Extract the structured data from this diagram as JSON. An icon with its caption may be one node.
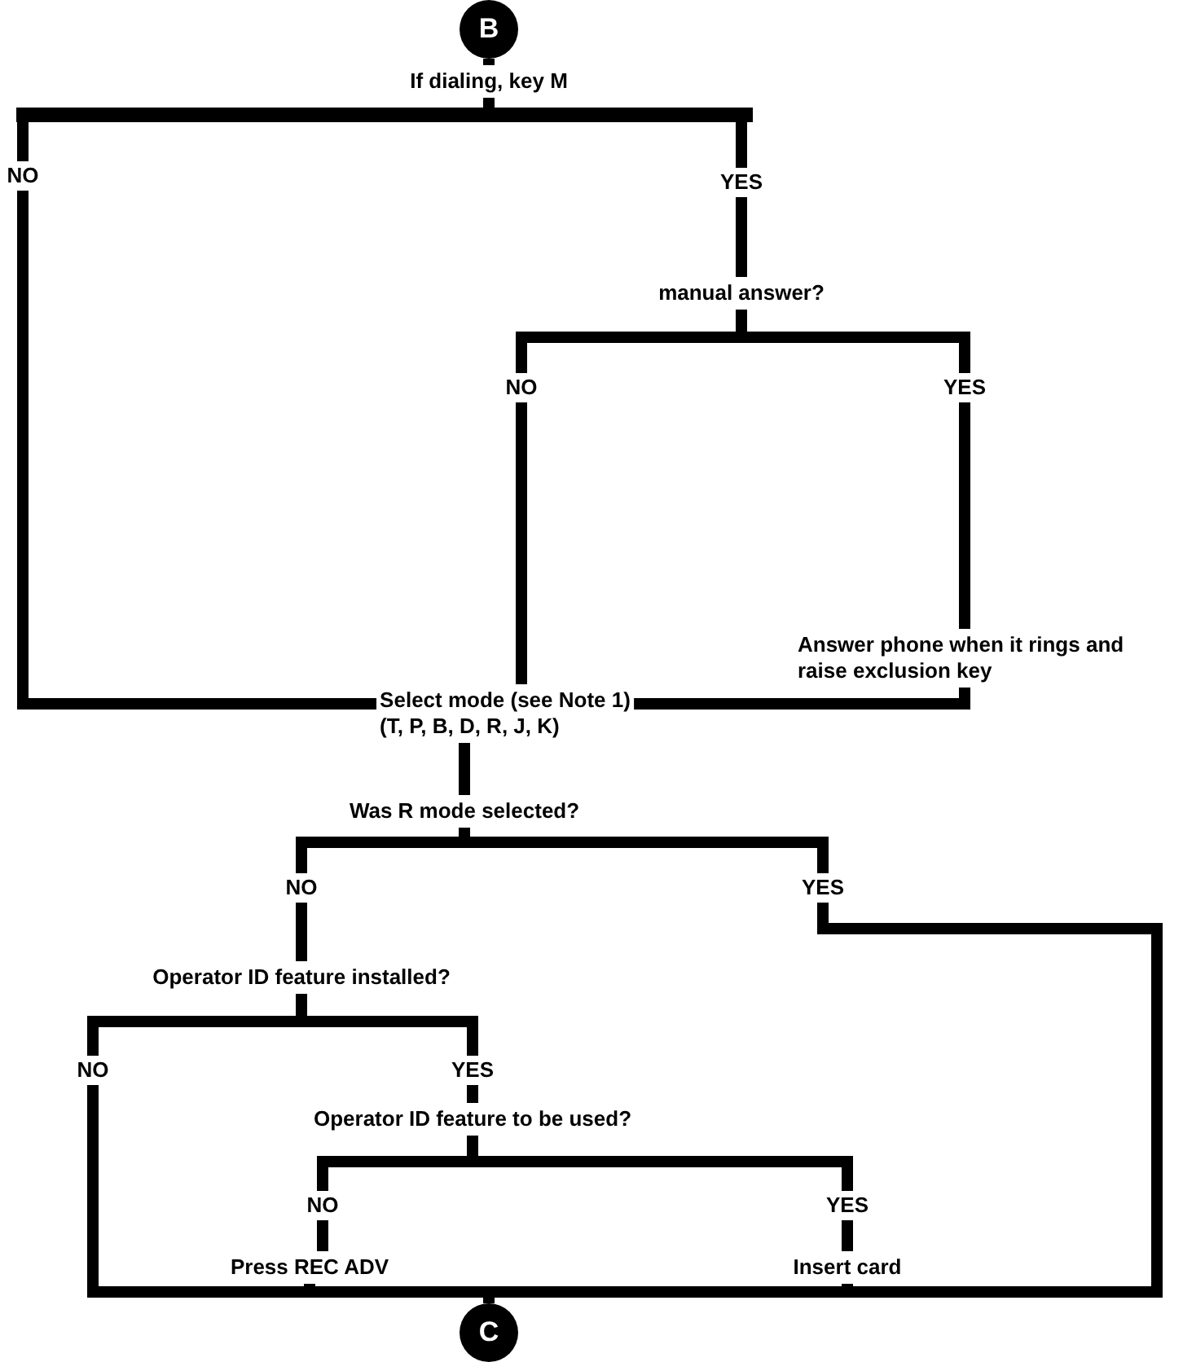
{
  "diagram": {
    "nodes": [
      {
        "text": [
          "B"
        ]
      },
      {
        "text": [
          "If dialing, key M"
        ]
      },
      {
        "text": [],
        "shape": "bar"
      },
      {
        "text": [
          "manual answer?"
        ]
      },
      {
        "text": [
          "Answer phone when it rings and raise exclusion key"
        ]
      },
      {
        "text": [
          "Select mode (see Note 1)",
          "(T, P, B, D, R, J, K)"
        ]
      },
      {
        "text": [
          "Was R mode selected?"
        ]
      },
      {
        "text": [
          "Operator ID feature installed?"
        ]
      },
      {
        "text": [
          "Operator ID feature to be used?"
        ]
      },
      {
        "text": [
          "Press REC ADV"
        ]
      },
      {
        "text": [
          "Insert card"
        ]
      },
      {
        "text": [
          "C"
        ]
      }
    ],
    "edges": [
      {
        "from": 0,
        "to": 1,
        "arrow": "none"
      },
      {
        "from": 1,
        "to": 2,
        "arrow": "none"
      },
      {
        "from": 2,
        "to": 5,
        "label": "NO",
        "arrow": "none"
      },
      {
        "from": 2,
        "to": 3,
        "label": "YES",
        "arrow": "none"
      },
      {
        "from": 3,
        "to": 5,
        "label": "NO",
        "arrow": "none"
      },
      {
        "from": 3,
        "to": 4,
        "label": "YES",
        "arrow": "none"
      },
      {
        "from": 4,
        "to": 5,
        "arrow": "none"
      },
      {
        "from": 5,
        "to": 6,
        "arrow": "none"
      },
      {
        "from": 6,
        "to": 7,
        "label": "NO",
        "arrow": "none"
      },
      {
        "from": 6,
        "to": 11,
        "label": "YES",
        "arrow": "none"
      },
      {
        "from": 7,
        "to": 11,
        "label": "NO",
        "arrow": "none"
      },
      {
        "from": 7,
        "to": 8,
        "label": "YES",
        "arrow": "none"
      },
      {
        "from": 8,
        "to": 9,
        "label": "NO",
        "arrow": "none"
      },
      {
        "from": 8,
        "to": 10,
        "label": "YES",
        "arrow": "none"
      },
      {
        "from": 9,
        "to": 11,
        "arrow": "none"
      },
      {
        "from": 10,
        "to": 11,
        "arrow": "none"
      }
    ]
  }
}
